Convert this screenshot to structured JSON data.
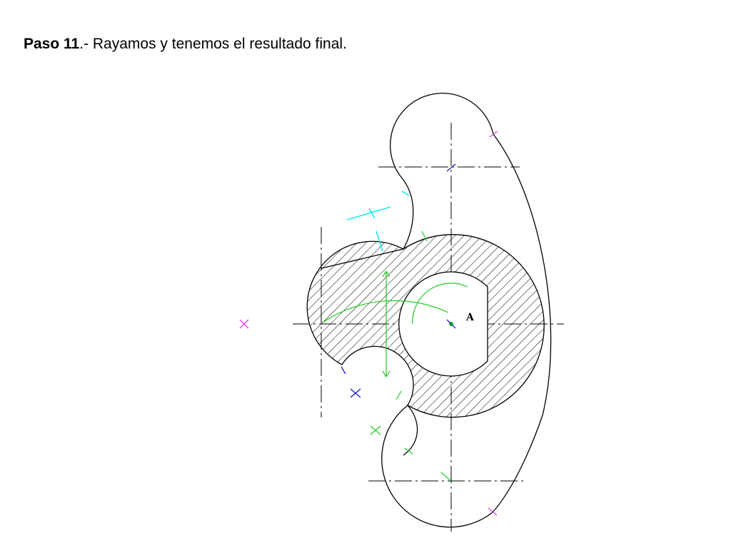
{
  "title": {
    "step": "Paso 11",
    "rest": ".- Rayamos y tenemos el resultado final."
  },
  "drawing": {
    "center_label": "A",
    "colors": {
      "outline": "#000000",
      "hatch": "#000000",
      "construction_green": "#22cc22",
      "construction_cyan": "#00e5ee",
      "construction_blue": "#1a1acc",
      "construction_magenta": "#e040e0",
      "axis": "#000000"
    }
  }
}
